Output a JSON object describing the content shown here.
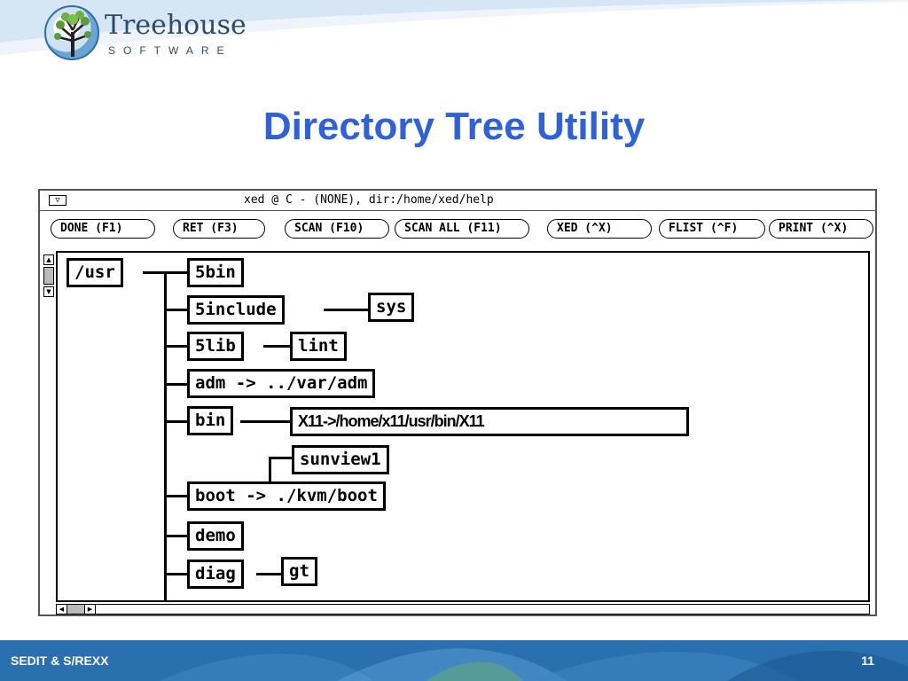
{
  "logo": {
    "name": "Treehouse",
    "sub": "SOFTWARE",
    "icon": "tree-icon"
  },
  "slide": {
    "title": "Directory Tree Utility"
  },
  "window": {
    "menu_glyph": "▽",
    "title": "xed @ C - (NONE), dir:/home/xed/help"
  },
  "toolbar": {
    "buttons": [
      {
        "label": "DONE (F1)"
      },
      {
        "label": "RET (F3)"
      },
      {
        "label": "SCAN (F10)"
      },
      {
        "label": "SCAN ALL (F11)"
      },
      {
        "label": "XED (^X)"
      },
      {
        "label": "FLIST (^F)"
      },
      {
        "label": "PRINT (^X)"
      }
    ]
  },
  "tree": {
    "root": "/usr",
    "nodes": {
      "n5bin": "5bin",
      "n5include": "5include",
      "sys": "sys",
      "n5lib": "5lib",
      "lint": "lint",
      "adm": "adm -> ../var/adm",
      "bin": "bin",
      "x11": "X11->/home/x11/usr/bin/X11",
      "sunview1": "sunview1",
      "boot": "boot -> ./kvm/boot",
      "demo": "demo",
      "diag": "diag",
      "gt": "gt"
    }
  },
  "footer": {
    "left": "SEDIT & S/REXX",
    "page": "11"
  },
  "colors": {
    "title": "#2f62d8",
    "footer": "#2a6fae",
    "logo_text": "#2e4a6b"
  }
}
